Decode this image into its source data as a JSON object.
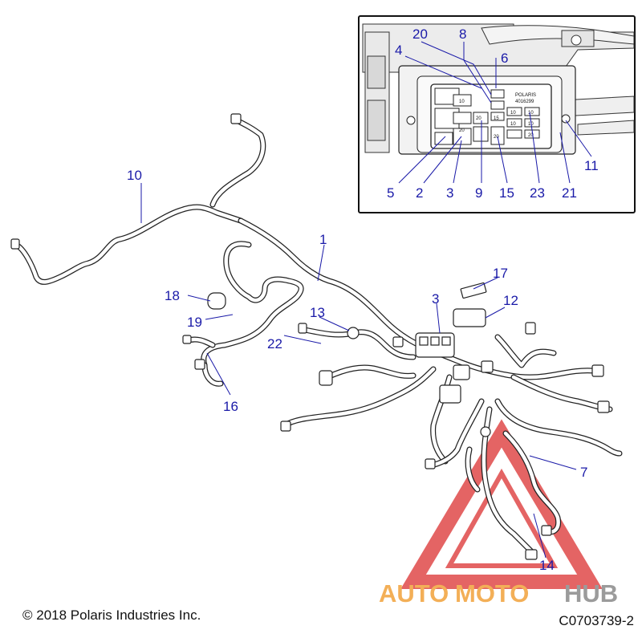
{
  "diagram": {
    "inset_callouts": [
      "20",
      "8",
      "4",
      "6",
      "5",
      "2",
      "3",
      "9",
      "15",
      "23",
      "21",
      "11"
    ],
    "main_callouts": [
      "10",
      "1",
      "17",
      "3",
      "12",
      "18",
      "13",
      "19",
      "22",
      "16",
      "7",
      "14"
    ],
    "fuse_box_label": [
      "POLARIS",
      "4016299"
    ],
    "fuse_numbers": [
      "10",
      "20",
      "20",
      "15",
      "20",
      "10",
      "10",
      "10",
      "10",
      "20"
    ]
  },
  "footer": {
    "copyright": "© 2018 Polaris Industries Inc.",
    "figure_id": "C0703739-2"
  },
  "watermark": {
    "part1": "AUTO",
    "part2": "MOTO",
    "part3": "HUB",
    "color_orange": "#f2a23a",
    "color_gray": "#8a8a8a",
    "color_red": "#e04a4a"
  }
}
